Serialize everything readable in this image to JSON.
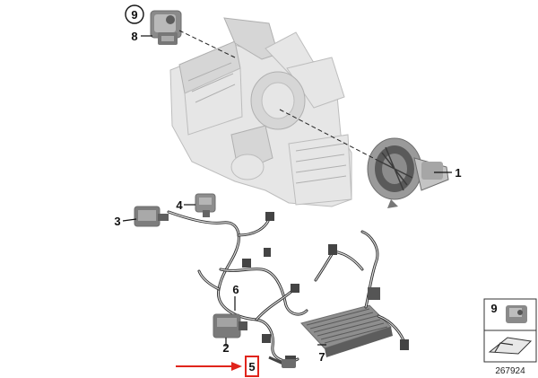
{
  "diagram": {
    "callouts": [
      {
        "id": "9",
        "label": "9",
        "circled": true
      },
      {
        "id": "8",
        "label": "8"
      },
      {
        "id": "1",
        "label": "1"
      },
      {
        "id": "4",
        "label": "4"
      },
      {
        "id": "3",
        "label": "3"
      },
      {
        "id": "6",
        "label": "6"
      },
      {
        "id": "2",
        "label": "2"
      },
      {
        "id": "5",
        "label": "5",
        "highlighted": true
      },
      {
        "id": "7",
        "label": "7"
      }
    ],
    "legend_box": {
      "part_number": "9"
    },
    "diagram_number": "267924",
    "highlight_color": "#e0241b",
    "arrow_color": "#e0241b"
  }
}
